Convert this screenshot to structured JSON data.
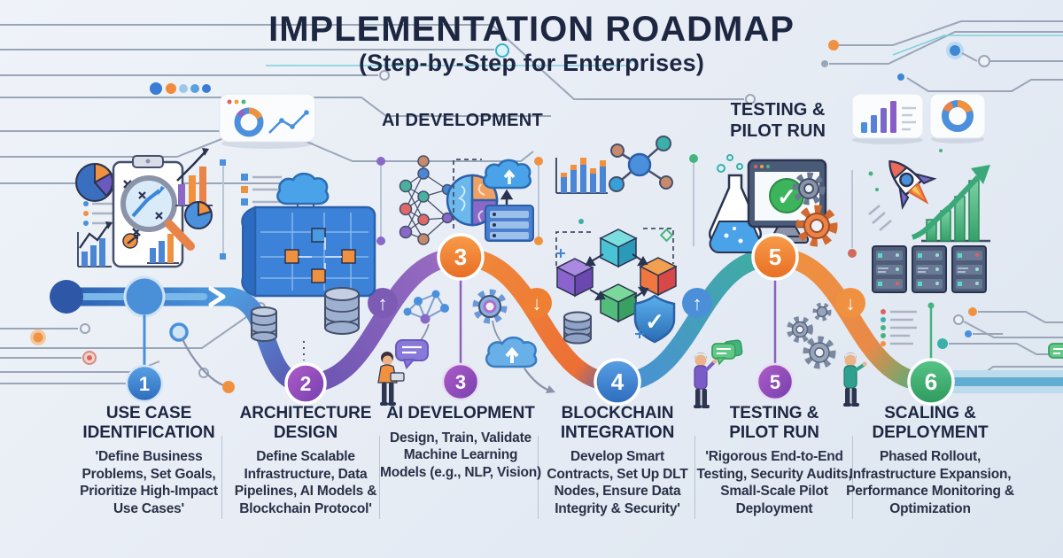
{
  "title": "IMPLEMENTATION ROADMAP",
  "subtitle": "(Step-by-Step for Enterprises)",
  "top_labels": {
    "ai": "AI DEVELOPMENT",
    "testing_line1": "TESTING &",
    "testing_line2": "PILOT RUN"
  },
  "steps": [
    {
      "number": "1",
      "title_line1": "USE CASE",
      "title_line2": "IDENTIFICATION",
      "description": "'Define Business Problems, Set Goals, Prioritize High-Impact Use Cases'",
      "badge_color": "#4a90d9"
    },
    {
      "number": "2",
      "title_line1": "ARCHITECTURE",
      "title_line2": "DESIGN",
      "description": "Define Scalable Infrastructure, Data Pipelines, AI Models & Blockchain Protocol'",
      "badge_color": "#9b59c0"
    },
    {
      "number": "3",
      "title_line1": "AI DEVELOPMENT",
      "title_line2": "",
      "description": "Design, Train, Validate Machine Learning Models (e.g., NLP, Vision)",
      "badge_color": "#9b59c0"
    },
    {
      "number": "4",
      "title_line1": "BLOCKCHAIN",
      "title_line2": "INTEGRATION",
      "description": "Develop Smart Contracts, Set Up DLT Nodes, Ensure Data Integrity & Security'",
      "badge_color": "#4a90d9"
    },
    {
      "number": "5",
      "title_line1": "TESTING &",
      "title_line2": "PILOT RUN",
      "description": "'Rigorous End-to-End Testing, Security Audits, Small-Scale Pilot Deployment",
      "badge_color": "#9b59c0"
    },
    {
      "number": "6",
      "title_line1": "SCALING &",
      "title_line2": "DEPLOYMENT",
      "description": "Phased Rollout, Infrastructure Expansion, Performance Monitoring & Optimization",
      "badge_color": "#4cb878"
    }
  ],
  "icons": {
    "up_arrow": "↑",
    "down_arrow": "↓",
    "check": "✓"
  },
  "colors": {
    "navy": "#1d2742",
    "accent_blue": "#4a90d9",
    "accent_purple": "#9b59c0",
    "accent_orange": "#ef8038",
    "accent_teal": "#3fae9e",
    "accent_green": "#4cb878",
    "top_badge_orange": "#ef8038",
    "band_blue": "#9fcde6"
  }
}
